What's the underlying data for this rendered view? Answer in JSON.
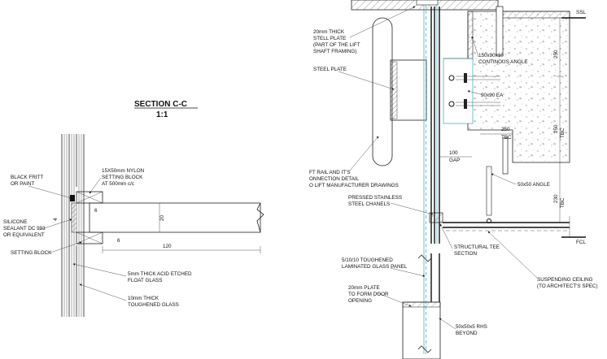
{
  "section": {
    "title": "SECTION C-C",
    "scale": "1:1"
  },
  "left_labels": {
    "black_fritt": [
      "BLACK FRITT",
      "OR PAINT"
    ],
    "nylon_block": [
      "15X50mm NYLON",
      "SETTING BLOCK",
      "AT 500mm c/c"
    ],
    "silicone": [
      "SILICONE",
      "SEALANT DC 993",
      "OR EQUIVALENT"
    ],
    "setting_block": "SETTING BLOCK",
    "acid_glass": [
      "5mm THICK ACID ETCHED",
      "FLOAT GLASS"
    ],
    "toughened_glass": [
      "10mm THICK",
      "TOUGHENED GLASS"
    ]
  },
  "left_dims": {
    "d6a": "6",
    "d6b": "6",
    "d20": "20",
    "d4": "4",
    "d120": "120"
  },
  "right_labels": {
    "steel_plate_20": [
      "20mm THICK",
      "STELL PLATE",
      "(PART OF THE LIFT",
      "SHAFT FRAMING)"
    ],
    "steel_plate": "STEEL PLATE",
    "rail": [
      "FT RAIL AND IT'S",
      "ONNECTION DETAIL",
      "O LIFT MANUFACTURER DRAWINGS"
    ],
    "pressed": [
      "PRESSED STAINLESS",
      "STEEL CHANELS"
    ],
    "tee": [
      "STRUCTURAL TEE",
      "SECTION"
    ],
    "laminated": [
      "5/10/10 TOUGHENED",
      "LAMINATED GLASS PANEL"
    ],
    "plate20": [
      "20mm PLATE",
      "TO FORM DOOR",
      "OPENING"
    ],
    "rhs": [
      "50x50x5 RHS",
      "BEYOND"
    ],
    "angle150": [
      "150x90x10",
      "CONTINOUS ANGLE"
    ],
    "ea": "90x90 EA",
    "angle50": "50x50 ANGLE",
    "ceiling": [
      "SUSPENDING CEILING",
      "(TO ARCHITECT'S SPEC)"
    ],
    "ssl": "SSL",
    "fcl": "FCL"
  },
  "right_dims": {
    "d250a": "250",
    "d250b": "250",
    "tbc1": "TBC",
    "d250c": "250",
    "tbc2": "TBC",
    "d100": "100",
    "gap": "GAP",
    "d230": "230",
    "tbc3": "TBC"
  }
}
